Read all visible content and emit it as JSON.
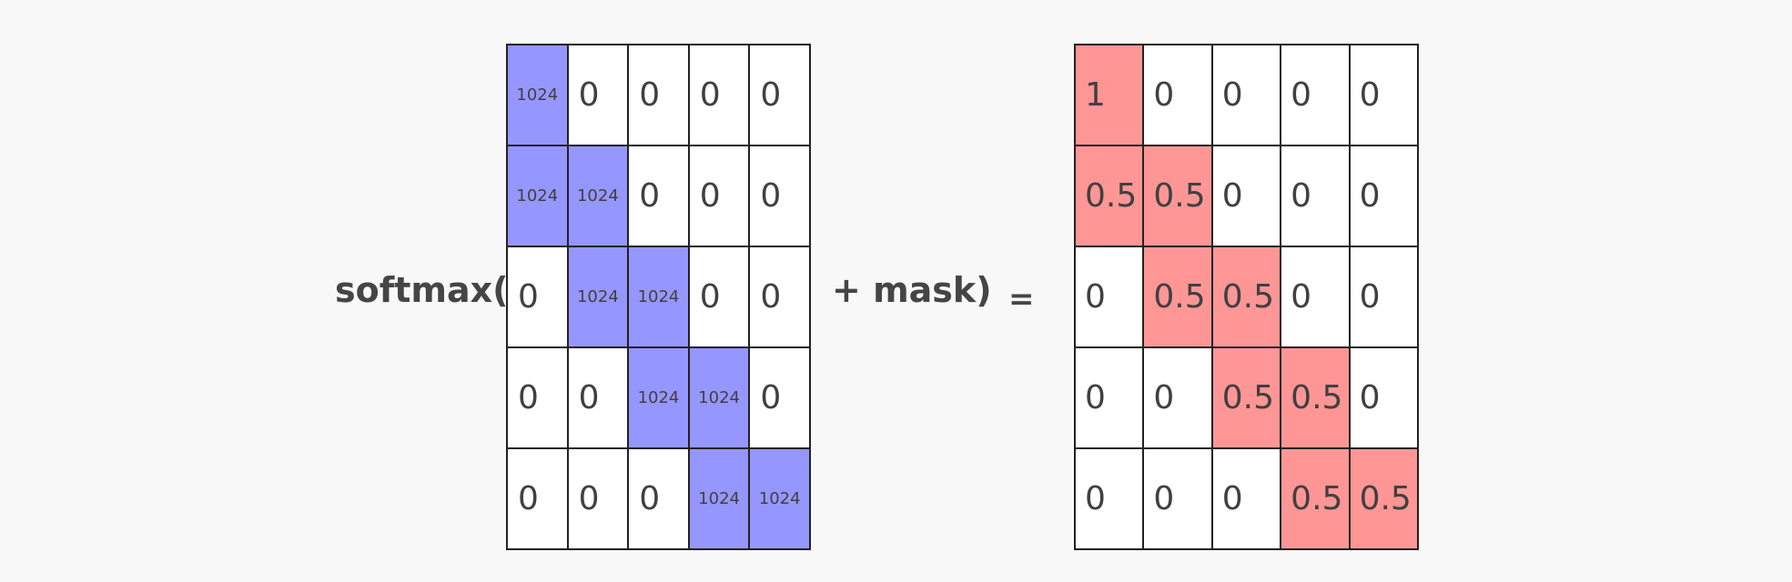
{
  "equation": {
    "prefix": "softmax(",
    "suffix": "+ mask)",
    "equals": "="
  },
  "colors": {
    "left_highlight": "#9696ff",
    "right_highlight": "#ff9696",
    "cell_background": "#ffffff",
    "grid_line": "#222222"
  },
  "left_matrix": {
    "rows": [
      [
        "1024",
        "0",
        "0",
        "0",
        "0"
      ],
      [
        "1024",
        "1024",
        "0",
        "0",
        "0"
      ],
      [
        "0",
        "1024",
        "1024",
        "0",
        "0"
      ],
      [
        "0",
        "0",
        "1024",
        "1024",
        "0"
      ],
      [
        "0",
        "0",
        "0",
        "1024",
        "1024"
      ]
    ],
    "highlighted": [
      [
        true,
        false,
        false,
        false,
        false
      ],
      [
        true,
        true,
        false,
        false,
        false
      ],
      [
        false,
        true,
        true,
        false,
        false
      ],
      [
        false,
        false,
        true,
        true,
        false
      ],
      [
        false,
        false,
        false,
        true,
        true
      ]
    ]
  },
  "right_matrix": {
    "rows": [
      [
        "1",
        "0",
        "0",
        "0",
        "0"
      ],
      [
        "0.5",
        "0.5",
        "0",
        "0",
        "0"
      ],
      [
        "0",
        "0.5",
        "0.5",
        "0",
        "0"
      ],
      [
        "0",
        "0",
        "0.5",
        "0.5",
        "0"
      ],
      [
        "0",
        "0",
        "0",
        "0.5",
        "0.5"
      ]
    ],
    "highlighted": [
      [
        true,
        false,
        false,
        false,
        false
      ],
      [
        true,
        true,
        false,
        false,
        false
      ],
      [
        false,
        true,
        true,
        false,
        false
      ],
      [
        false,
        false,
        true,
        true,
        false
      ],
      [
        false,
        false,
        false,
        true,
        true
      ]
    ]
  }
}
